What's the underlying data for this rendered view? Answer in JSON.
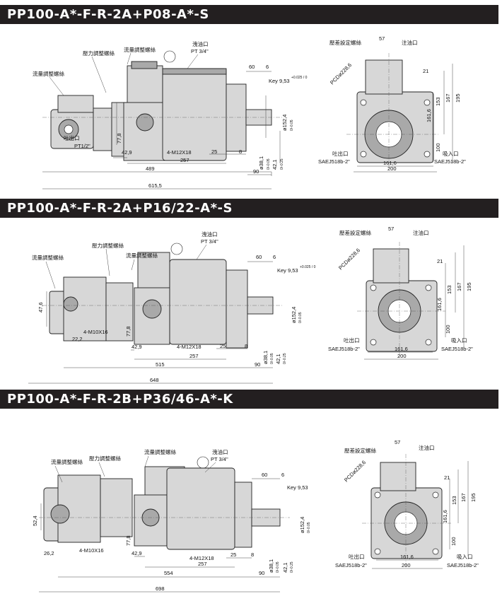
{
  "sections": [
    {
      "title": "PP100-A*-F-R-2A+P08-A*-S",
      "labels": {
        "flow_left": "流量調整螺絲",
        "pressure": "壓力調整螺絲",
        "flow_right": "流量調整螺絲",
        "drain": "洩油口",
        "drain_size": "PT 3/4\"",
        "outlet_small": "吐出口",
        "outlet_small_size": "PT1/2\"",
        "bolts_main": "4-M12X18",
        "key": "Key 9,53",
        "key_tol": "+0.025 / 0",
        "flange_dia": "ø152,4",
        "flange_tol": "0/-0.05",
        "shaft_dia": "ø38,1",
        "shaft_tol": "0/-0.05",
        "key_depth": "42,1",
        "key_depth_tol": "0/-0.25"
      },
      "dims": {
        "d60": "60",
        "d6": "6",
        "d77": "77,8",
        "d42": "42,9",
        "d257": "257",
        "d25": "25",
        "d8": "8",
        "d489": "489",
        "d90": "90",
        "d615": "615,5"
      },
      "end": {
        "diff_screw": "壓差設定螺絲",
        "inlet_fill": "注油口",
        "pcd": "PCDø228,6",
        "outlet": "吐出口",
        "outlet_std": "SAEJ518b-2\"",
        "inlet": "吸入口",
        "inlet_std": "SAEJ518b-2\"",
        "d57": "57",
        "d21": "21",
        "d195": "195",
        "d167": "167",
        "d153": "153",
        "d1616v": "161,6",
        "d100": "100",
        "d1616h": "161,6",
        "d200": "200"
      }
    },
    {
      "title": "PP100-A*-F-R-2A+P16/22-A*-S",
      "labels": {
        "flow_left": "流量調整螺絲",
        "pressure": "壓力調整螺絲",
        "flow_right": "流量調整螺絲",
        "drain": "洩油口",
        "drain_size": "PT 3/4\"",
        "bolts_small": "4-M10X16",
        "bolts_main": "4-M12X18",
        "key": "Key 9,53",
        "key_tol": "+0.025 / 0",
        "flange_dia": "ø152,4",
        "flange_tol": "0/-0.05",
        "shaft_dia": "ø38,1",
        "shaft_tol": "0/-0.05",
        "key_depth": "42,1",
        "key_depth_tol": "0/-0.25"
      },
      "dims": {
        "d47": "47,6",
        "d22": "22,2",
        "d60": "60",
        "d6": "6",
        "d77": "77,8",
        "d42": "42,9",
        "d257": "257",
        "d25": "25",
        "d8": "8",
        "d515": "515",
        "d90": "90",
        "d648": "648"
      },
      "end": {
        "diff_screw": "壓差設定螺絲",
        "inlet_fill": "注油口",
        "pcd": "PCDø228,6",
        "outlet": "吐出口",
        "outlet_std": "SAEJ518b-2\"",
        "inlet": "吸入口",
        "inlet_std": "SAEJ518b-2\"",
        "d57": "57",
        "d21": "21",
        "d195": "195",
        "d167": "167",
        "d153": "153",
        "d1616v": "161,6",
        "d100": "100",
        "d1616h": "161,6",
        "d200": "200"
      }
    },
    {
      "title": "PP100-A*-F-R-2B+P36/46-A*-K",
      "labels": {
        "flow_left": "流量調整螺絲",
        "pressure": "壓力調整螺絲",
        "flow_right": "流量調整螺絲",
        "drain": "洩油口",
        "drain_size": "PT 3/4\"",
        "bolts_small": "4-M10X16",
        "bolts_main": "4-M12X18",
        "key": "Key 9,53",
        "flange_dia": "ø152,4",
        "flange_tol": "0/-0.05",
        "shaft_dia": "ø38,1",
        "shaft_tol": "0/-0.05",
        "key_depth": "42,1",
        "key_depth_tol": "0/-0.25"
      },
      "dims": {
        "d52": "52,4",
        "d26": "26,2",
        "d60": "60",
        "d6": "6",
        "d77": "77,8",
        "d42": "42,9",
        "d257": "257",
        "d25": "25",
        "d8": "8",
        "d554": "554",
        "d90": "90",
        "d698": "698"
      },
      "end": {
        "diff_screw": "壓差設定螺絲",
        "inlet_fill": "注油口",
        "pcd": "PCDø228,6",
        "outlet": "吐出口",
        "outlet_std": "SAEJ518b-2\"",
        "inlet": "吸入口",
        "inlet_std": "SAEJ518b-2\"",
        "d57": "57",
        "d21": "21",
        "d195": "195",
        "d167": "167",
        "d153": "153",
        "d1616v": "161,6",
        "d100": "100",
        "d1616h": "161,6",
        "d200": "200"
      }
    }
  ]
}
